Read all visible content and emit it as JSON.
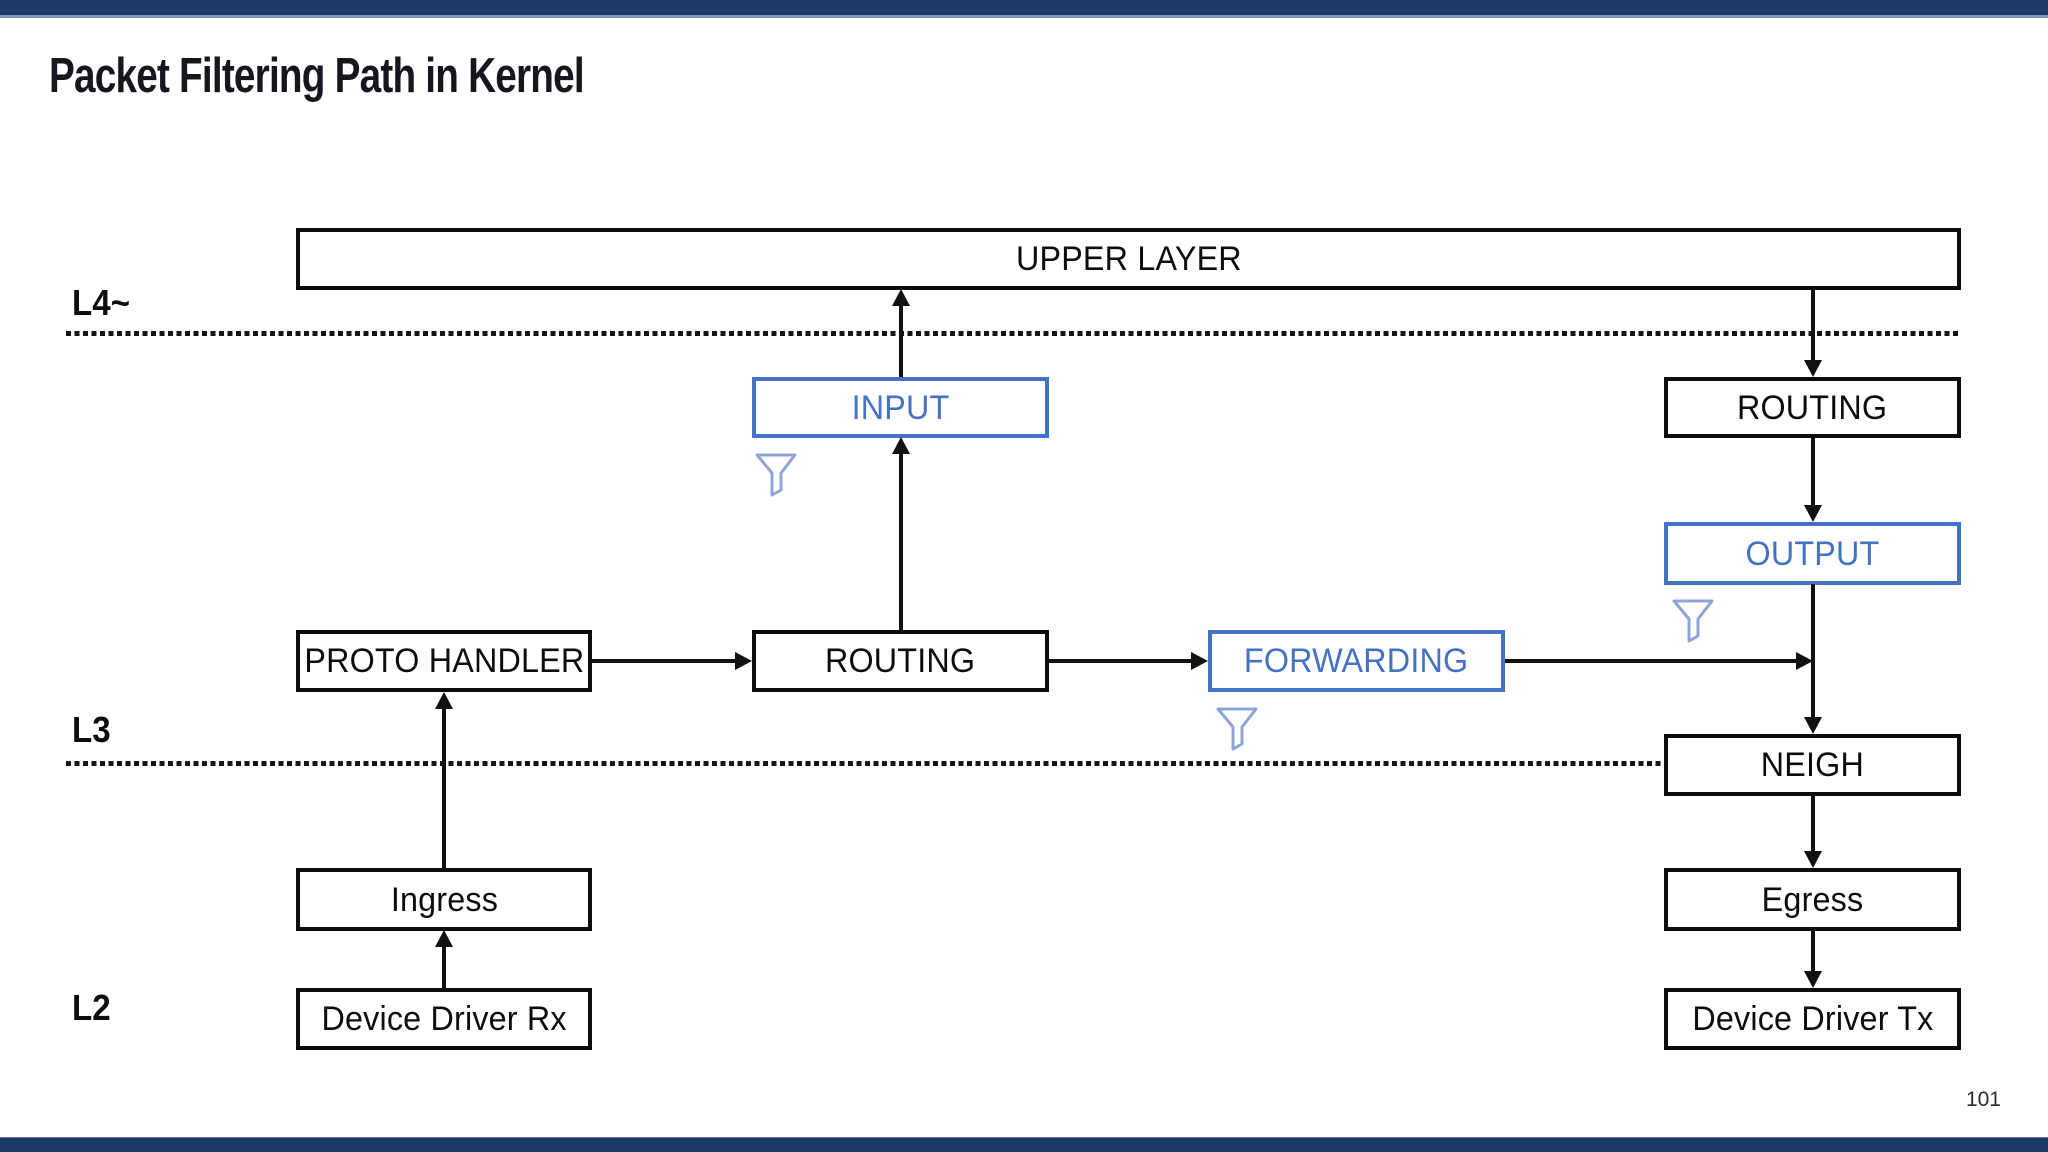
{
  "slide": {
    "title": "Packet Filtering Path in Kernel",
    "page_number": "101"
  },
  "colors": {
    "bar_navy": "#1B3866",
    "bar_edge_light_blue": "#8396C4",
    "box_border_black": "#0D0D0D",
    "filter_box_blue": "#4472C4",
    "funnel_icon_blue": "#8FA5D8",
    "line_black": "#111111"
  },
  "layer_labels": {
    "l4": "L4~",
    "l3": "L3",
    "l2": "L2"
  },
  "nodes": {
    "upper_layer": {
      "label": "UPPER LAYER"
    },
    "input": {
      "label": "INPUT",
      "has_filter": true
    },
    "routing_top": {
      "label": "ROUTING"
    },
    "output": {
      "label": "OUTPUT",
      "has_filter": true
    },
    "proto_handler": {
      "label": "PROTO HANDLER"
    },
    "routing_mid": {
      "label": "ROUTING"
    },
    "forwarding": {
      "label": "FORWARDING",
      "has_filter": true
    },
    "neigh": {
      "label": "NEIGH"
    },
    "ingress": {
      "label": "Ingress"
    },
    "egress": {
      "label": "Egress"
    },
    "device_driver_rx": {
      "label": "Device Driver Rx"
    },
    "device_driver_tx": {
      "label": "Device Driver Tx"
    }
  },
  "icons": {
    "filter": "funnel-icon"
  }
}
